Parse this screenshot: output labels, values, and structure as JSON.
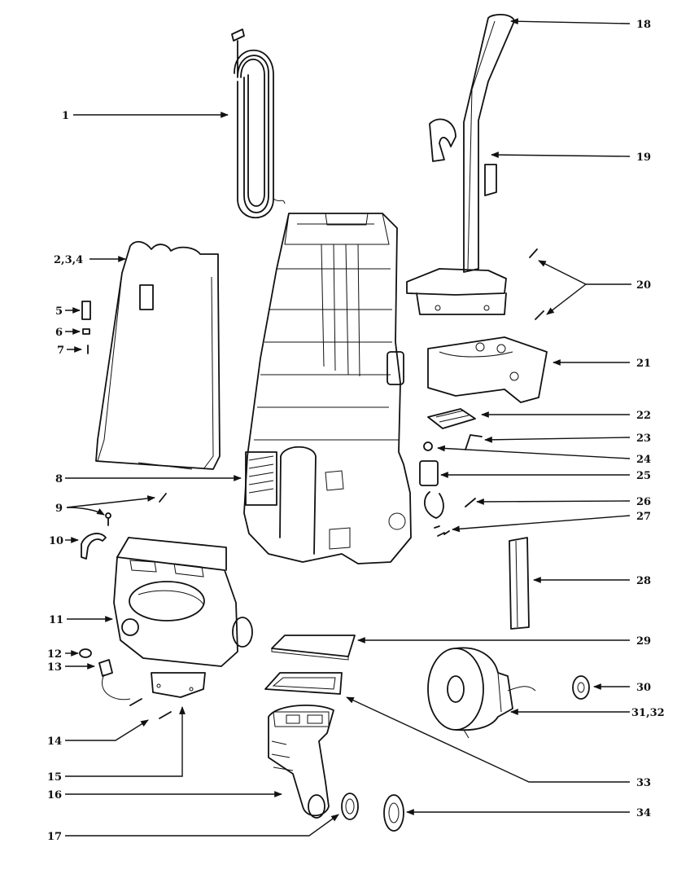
{
  "callouts": [
    {
      "id": "c1",
      "label": "1"
    },
    {
      "id": "c2",
      "label": "2,3,4"
    },
    {
      "id": "c5",
      "label": "5"
    },
    {
      "id": "c6",
      "label": "6"
    },
    {
      "id": "c7",
      "label": "7"
    },
    {
      "id": "c8",
      "label": "8"
    },
    {
      "id": "c9",
      "label": "9"
    },
    {
      "id": "c10",
      "label": "10"
    },
    {
      "id": "c11",
      "label": "11"
    },
    {
      "id": "c12",
      "label": "12"
    },
    {
      "id": "c13",
      "label": "13"
    },
    {
      "id": "c14",
      "label": "14"
    },
    {
      "id": "c15",
      "label": "15"
    },
    {
      "id": "c16",
      "label": "16"
    },
    {
      "id": "c17",
      "label": "17"
    },
    {
      "id": "c18",
      "label": "18"
    },
    {
      "id": "c19",
      "label": "19"
    },
    {
      "id": "c20",
      "label": "20"
    },
    {
      "id": "c21",
      "label": "21"
    },
    {
      "id": "c22",
      "label": "22"
    },
    {
      "id": "c23",
      "label": "23"
    },
    {
      "id": "c24",
      "label": "24"
    },
    {
      "id": "c25",
      "label": "25"
    },
    {
      "id": "c26",
      "label": "26"
    },
    {
      "id": "c27",
      "label": "27"
    },
    {
      "id": "c28",
      "label": "28"
    },
    {
      "id": "c29",
      "label": "29"
    },
    {
      "id": "c30",
      "label": "30"
    },
    {
      "id": "c31",
      "label": "31,32"
    },
    {
      "id": "c33",
      "label": "33"
    },
    {
      "id": "c34",
      "label": "34"
    }
  ]
}
